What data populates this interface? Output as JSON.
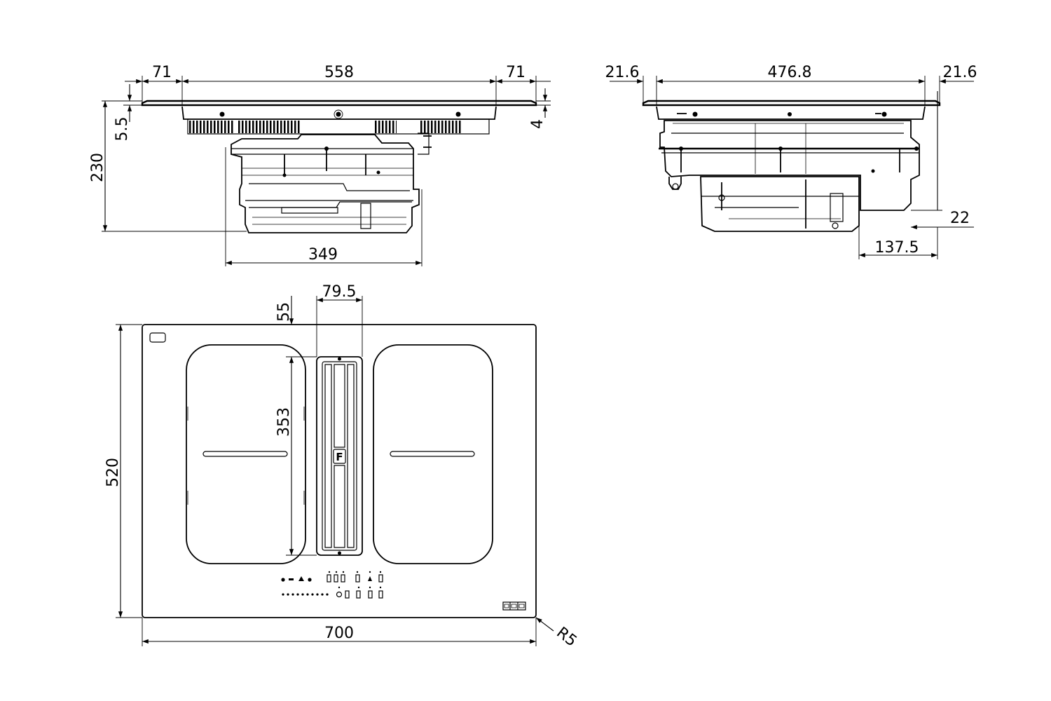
{
  "front_view": {
    "dims": {
      "left_margin": "71",
      "inner_width": "558",
      "right_margin": "71",
      "glass_thickness": "5.5",
      "total_height": "230",
      "frame_step": "4",
      "body_width": "349"
    }
  },
  "side_view": {
    "dims": {
      "left_offset": "21.6",
      "width": "476.8",
      "right_offset": "21.6",
      "bottom_step": "22",
      "rear_depth": "137.5"
    }
  },
  "top_view": {
    "dims": {
      "duct_width": "79.5",
      "duct_offset": "55",
      "zone_height": "353",
      "depth": "520",
      "width": "700",
      "corner_radius": "R5"
    },
    "duct_logo": "F"
  }
}
